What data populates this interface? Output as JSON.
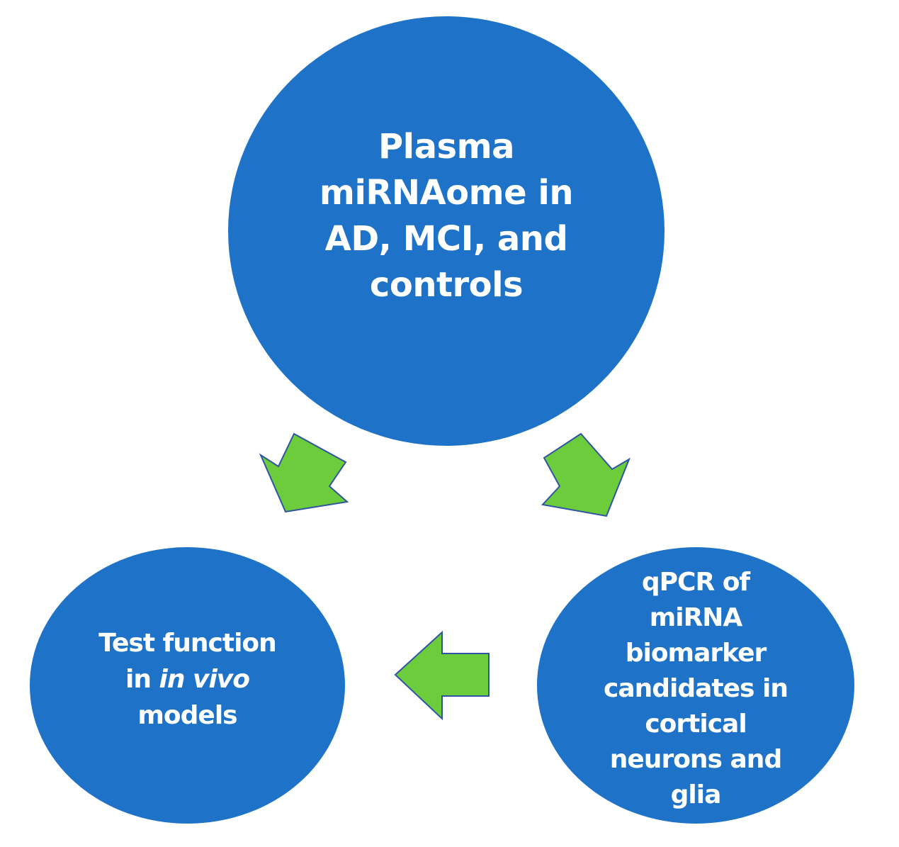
{
  "colors": {
    "circle_fill": "#1e73c8",
    "arrow_fill": "#6ccc3c",
    "arrow_stroke": "#2f55a0",
    "text": "#ffffff"
  },
  "nodes": {
    "top": {
      "lines": [
        "Plasma",
        "miRNAome in",
        "AD, MCI, and",
        "controls"
      ]
    },
    "left": {
      "line1": "Test function",
      "line2_prefix": "in ",
      "line2_italic": "in vivo",
      "line3": "models"
    },
    "right": {
      "lines": [
        "qPCR of",
        "miRNA",
        "biomarker",
        "candidates in",
        "cortical",
        "neurons and",
        "glia"
      ]
    }
  },
  "arrows": [
    {
      "name": "arrow-top-to-left",
      "direction": "down-left"
    },
    {
      "name": "arrow-top-to-right",
      "direction": "down-right"
    },
    {
      "name": "arrow-right-to-left",
      "direction": "left"
    }
  ]
}
